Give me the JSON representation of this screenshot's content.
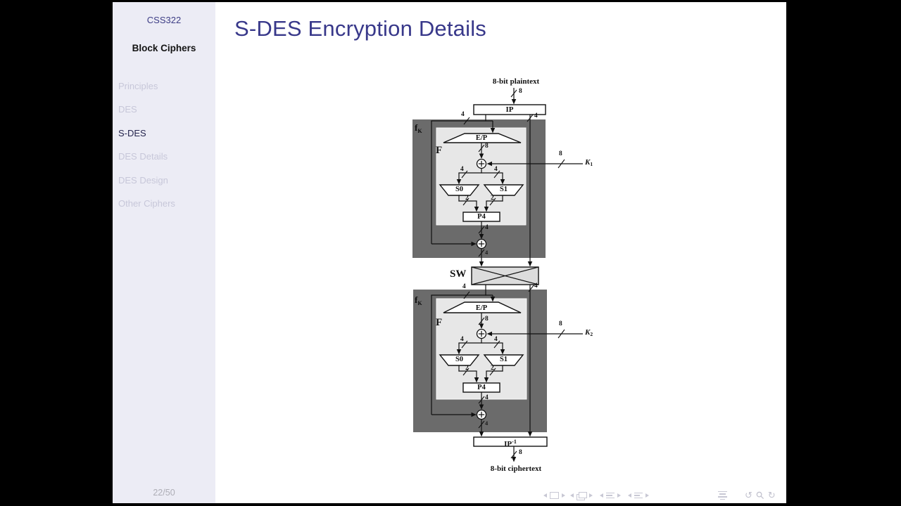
{
  "sidebar": {
    "course": "CSS322",
    "section_title": "Block Ciphers",
    "items": [
      {
        "label": "Principles",
        "active": false
      },
      {
        "label": "DES",
        "active": false
      },
      {
        "label": "S-DES",
        "active": true
      },
      {
        "label": "DES Details",
        "active": false
      },
      {
        "label": "DES Design",
        "active": false
      },
      {
        "label": "Other Ciphers",
        "active": false
      }
    ],
    "page_indicator": "22/50"
  },
  "slide": {
    "title": "S-DES Encryption Details",
    "accent_color": "#38388a"
  },
  "diagram": {
    "plaintext": "8-bit plaintext",
    "ciphertext": "8-bit ciphertext",
    "ip": "IP",
    "ip_inv_base": "IP",
    "ip_inv_sup": "-1",
    "sw": "SW",
    "fk_base": "f",
    "fk_sub": "K",
    "f": "F",
    "ep": "E/P",
    "s0": "S0",
    "s1": "S1",
    "p4": "P4",
    "k1_base": "K",
    "k1_sub": "1",
    "k2_base": "K",
    "k2_sub": "2",
    "w8": "8",
    "w4": "4",
    "w2": "2",
    "colors": {
      "outer_box": "#6b6b6b",
      "inner_box": "#e7e7e7",
      "sw_fill": "#dcdcdc",
      "line": "#111111"
    }
  },
  "navbar": {
    "icons": [
      "prev-slide",
      "slide",
      "next-slide",
      "prev-frame",
      "frame",
      "next-frame",
      "prev-subsection",
      "subsection",
      "next-subsection",
      "prev-section",
      "section",
      "next-section",
      "presentation",
      "back",
      "find",
      "forward"
    ]
  }
}
